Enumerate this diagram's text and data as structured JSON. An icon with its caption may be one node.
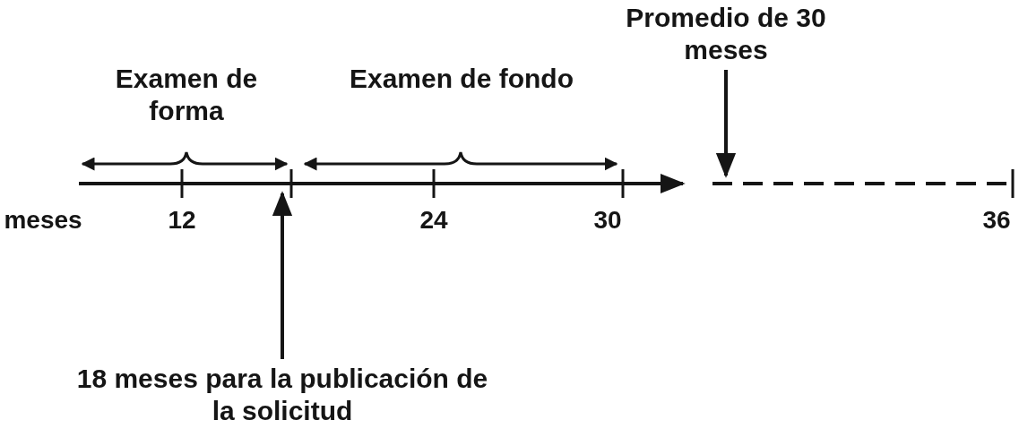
{
  "diagram": {
    "nodes": [
      {
        "text": [
          "Examen de forma"
        ]
      },
      {
        "text": [
          "Examen de fondo"
        ]
      },
      {
        "text": [
          "Promedio de 30 meses"
        ]
      },
      {
        "text": [
          "18 meses para la publicación de la solicitud"
        ]
      }
    ],
    "edges": [
      {
        "from": 2,
        "to": null,
        "arrow": "to"
      },
      {
        "from": 3,
        "to": null,
        "arrow": "to"
      }
    ],
    "labels": [
      "meses",
      "12",
      "24",
      "30",
      "36"
    ]
  }
}
